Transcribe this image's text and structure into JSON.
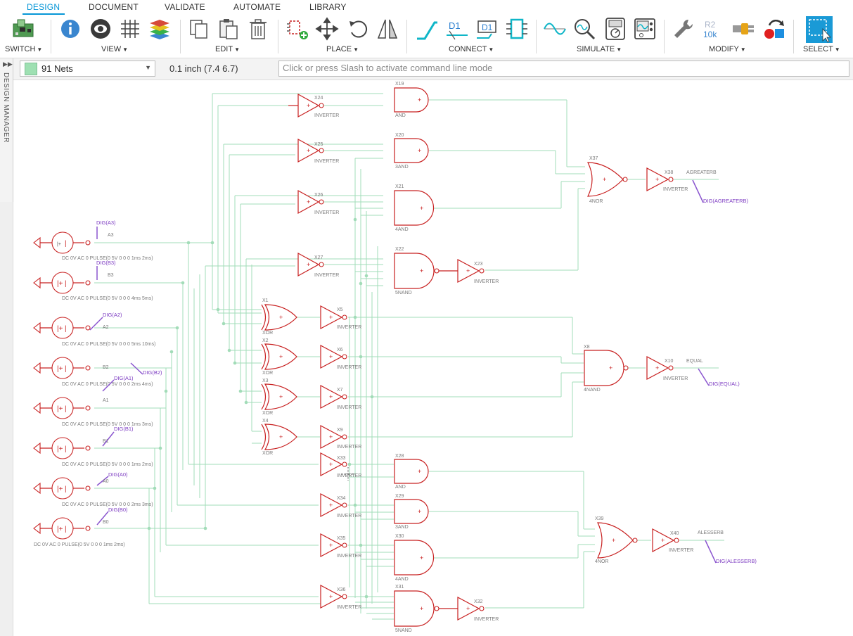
{
  "tabs": [
    {
      "label": "DESIGN",
      "active": true
    },
    {
      "label": "DOCUMENT"
    },
    {
      "label": "VALIDATE"
    },
    {
      "label": "AUTOMATE"
    },
    {
      "label": "LIBRARY"
    }
  ],
  "toolbar_groups": {
    "switch": "SWITCH",
    "view": "VIEW",
    "edit": "EDIT",
    "place": "PLACE",
    "connect": "CONNECT",
    "simulate": "SIMULATE",
    "modify": "MODIFY",
    "select": "SELECT"
  },
  "icons": {
    "switch": "board-switch-icon",
    "info": "info-icon",
    "eye": "eye-icon",
    "grid": "grid-icon",
    "layers": "layers-icon",
    "copy": "copy-icon",
    "paste": "paste-icon",
    "delete": "trash-icon",
    "place_component": "place-component-icon",
    "move": "move-icon",
    "rotate": "rotate-icon",
    "mirror": "mirror-icon",
    "net": "net-icon",
    "name": "name-icon",
    "label": "label-icon",
    "bus": "bus-icon",
    "waveform": "waveform-icon",
    "probe": "probe-icon",
    "meter1": "multimeter-icon",
    "meter2": "oscilloscope-icon",
    "wrench": "wrench-icon",
    "value": "value-icon",
    "connector": "connector-icon",
    "shapes": "shapes-icon",
    "select": "select-icon"
  },
  "icon_text": {
    "name": "D1",
    "label": "D1",
    "value_top": "R2",
    "value_bottom": "10k"
  },
  "options": {
    "net_count": "91 Nets",
    "coordinates": "0.1 inch (7.4 6.7)",
    "command_placeholder": "Click or press Slash to activate command line mode"
  },
  "design_manager": {
    "label": "DESIGN MANAGER"
  },
  "colors": {
    "accent": "#0696d7",
    "wire": "#a2dcb8",
    "gate": "#c82020",
    "probe": "#7d3cc2",
    "net_swatch": "#9ee0b2"
  },
  "schematic": {
    "sources": [
      {
        "probe": "DIG(A3)",
        "net": "A3",
        "spec": "DC 0V AC 0 PULSE(0 5V 0 0 0 1ms 2ms)"
      },
      {
        "probe": "DIG(B3)",
        "net": "B3",
        "spec": "DC 0V AC 0 PULSE(0 5V 0 0 0 4ms 5ms)"
      },
      {
        "probe": "DIG(A2)",
        "net": "A2",
        "spec": "DC 0V AC 0 PULSE(0 5V 0 0 0 5ms 10ms)"
      },
      {
        "probe": "DIG(A1)",
        "net": "B2",
        "spec": "DC 0V AC 0 PULSE(0 5V 0 0 0 2ms 4ms)"
      },
      {
        "probe": "",
        "net": "A1",
        "spec": "DC 0V AC 0 PULSE(0 5V 0 0 0 1ms 3ms)"
      },
      {
        "probe": "DIG(B1)",
        "net": "B1",
        "spec": "DC 0V AC 0 PULSE(0 5V 0 0 0 1ms 2ms)"
      },
      {
        "probe": "DIG(A0)",
        "net": "A0",
        "spec": "DC 0V AC 0 PULSE(0 5V 0 0 0 2ms 3ms)"
      },
      {
        "probe": "DIG(B0)",
        "net": "B0",
        "spec": "DC 0V AC 0 PULSE(0 5V 0 0 0 1ms 2ms)"
      }
    ],
    "extra_probe": "DIG(B2)",
    "parts": {
      "x24": "X24",
      "x25": "X25",
      "x26": "X26",
      "x27": "X27",
      "x19": "X19",
      "x20": "X20",
      "x21": "X21",
      "x22": "X22",
      "x23": "X23",
      "x37": "X37",
      "x38": "X38",
      "x1": "X1",
      "x2": "X2",
      "x3": "X3",
      "x4": "X4",
      "x5": "X5",
      "x6": "X6",
      "x7": "X7",
      "x9": "X9",
      "x8": "X8",
      "x10": "X10",
      "x33": "X33",
      "x34": "X34",
      "x35": "X35",
      "x36": "X36",
      "x28": "X28",
      "x29": "X29",
      "x30": "X30",
      "x31": "X31",
      "x32": "X32",
      "x39": "X39",
      "x40": "X40"
    },
    "types": {
      "inverter": "INVERTER",
      "and": "AND",
      "3and": "3AND",
      "4and": "4AND",
      "5nand": "5NAND",
      "xor": "XOR",
      "4nor": "4NOR",
      "4nand": "4NAND"
    },
    "outputs": {
      "agreaterb": "AGREATERB",
      "agreaterb_probe": "DIG(AGREATERB)",
      "equal": "EQUAL",
      "equal_probe": "DIG(EQUAL)",
      "alesserb": "ALESSERB",
      "alesserb_probe": "DIG(ALESSERB)"
    }
  }
}
